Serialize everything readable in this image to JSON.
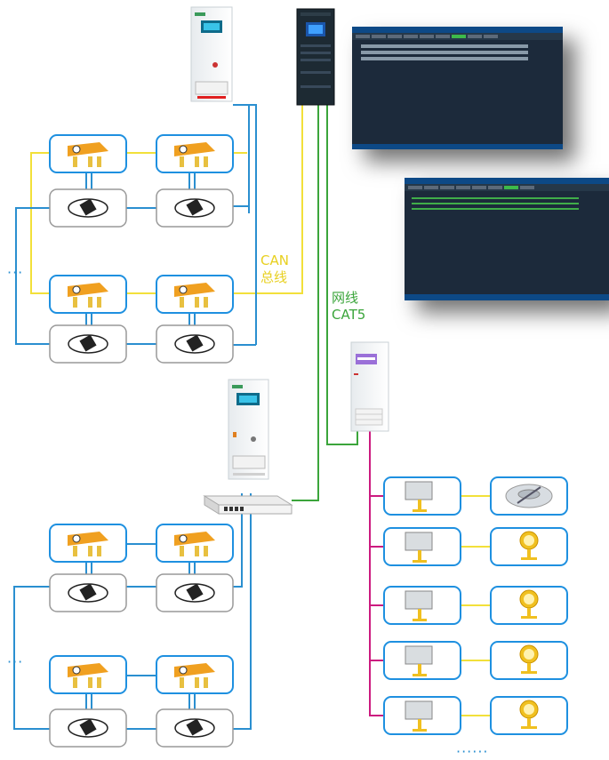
{
  "labels": {
    "can": "CAN",
    "can_sub": "总线",
    "net": "网线",
    "net_sub": "CAT5",
    "dots_left_top": "···",
    "dots_left_bottom": "···",
    "dots_bottom": "······"
  },
  "colors": {
    "can_yellow": "#f2e03a",
    "ethernet_green": "#3ba53b",
    "cable_blue": "#2a8fd0",
    "power_magenta": "#cc1a7f",
    "box_border": "#1e90e0",
    "screen_bg": "#1c2b3b",
    "lamp_yellow": "#f0c020",
    "camera_orange": "#f0a020"
  },
  "icons": [
    "server-cabinet-icon",
    "control-cabinet-icon",
    "monitor-screen-icon",
    "rack-switch-icon",
    "camera-housing-icon",
    "sensor-cable-icon",
    "floodlight-icon",
    "junction-box-icon",
    "inset-light-icon"
  ]
}
